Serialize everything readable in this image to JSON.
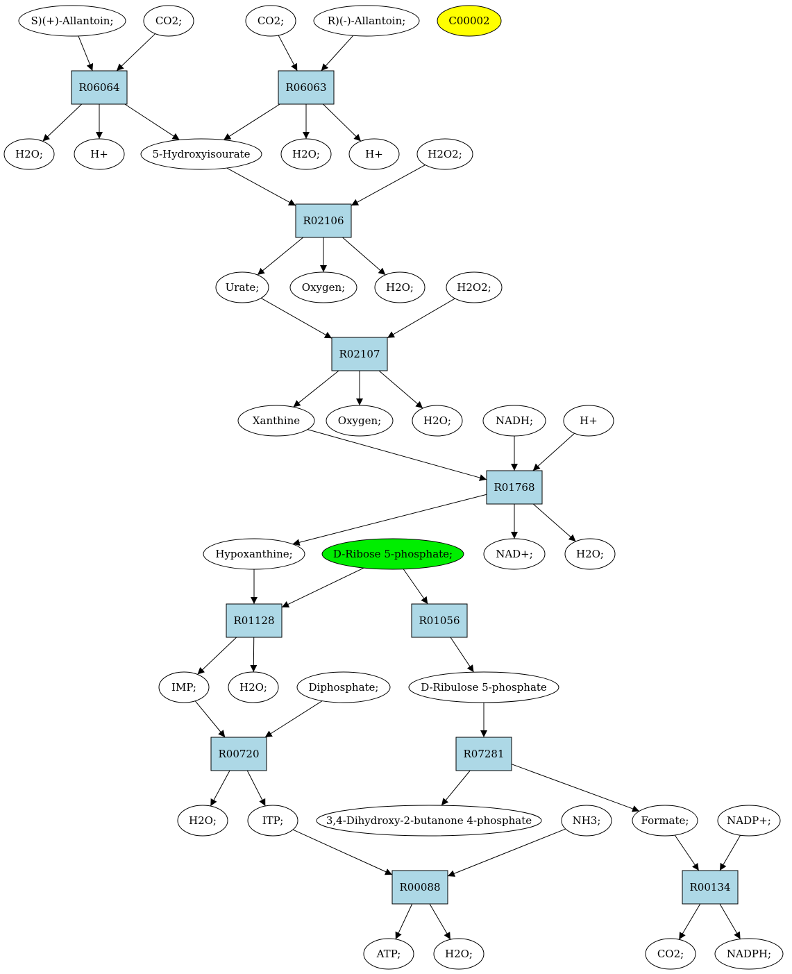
{
  "colors": {
    "reaction_fill": "#add8e6",
    "compound_fill": "#ffffff",
    "highlight_yellow": "#ffff00",
    "highlight_green": "#00ee00",
    "stroke": "#000000"
  },
  "nodes": {
    "s_allantoin": {
      "label": "S)(+)-Allantoin;"
    },
    "co2_a": {
      "label": "CO2;"
    },
    "co2_b": {
      "label": "CO2;"
    },
    "r_allantoin": {
      "label": "R)(-)-Allantoin;"
    },
    "c00002": {
      "label": "C00002"
    },
    "r06064": {
      "label": "R06064"
    },
    "r06063": {
      "label": "R06063"
    },
    "h2o_1": {
      "label": "H2O;"
    },
    "hplus_1": {
      "label": "H+"
    },
    "hydroxyisourate": {
      "label": "5-Hydroxyisourate"
    },
    "h2o_2": {
      "label": "H2O;"
    },
    "hplus_2": {
      "label": "H+"
    },
    "h2o2_1": {
      "label": "H2O2;"
    },
    "r02106": {
      "label": "R02106"
    },
    "urate": {
      "label": "Urate;"
    },
    "oxygen_1": {
      "label": "Oxygen;"
    },
    "h2o_3": {
      "label": "H2O;"
    },
    "h2o2_2": {
      "label": "H2O2;"
    },
    "r02107": {
      "label": "R02107"
    },
    "xanthine": {
      "label": "Xanthine"
    },
    "oxygen_2": {
      "label": "Oxygen;"
    },
    "h2o_4": {
      "label": "H2O;"
    },
    "nadh": {
      "label": "NADH;"
    },
    "hplus_3": {
      "label": "H+"
    },
    "r01768": {
      "label": "R01768"
    },
    "hypoxanthine": {
      "label": "Hypoxanthine;"
    },
    "ribose5p": {
      "label": "D-Ribose 5-phosphate;"
    },
    "nadplus": {
      "label": "NAD+;"
    },
    "h2o_5": {
      "label": "H2O;"
    },
    "r01128": {
      "label": "R01128"
    },
    "r01056": {
      "label": "R01056"
    },
    "imp": {
      "label": "IMP;"
    },
    "h2o_6": {
      "label": "H2O;"
    },
    "diphosphate": {
      "label": "Diphosphate;"
    },
    "ribulose5p": {
      "label": "D-Ribulose 5-phosphate"
    },
    "r00720": {
      "label": "R00720"
    },
    "r07281": {
      "label": "R07281"
    },
    "h2o_7": {
      "label": "H2O;"
    },
    "itp": {
      "label": "ITP;"
    },
    "dihydroxybutanone": {
      "label": "3,4-Dihydroxy-2-butanone 4-phosphate"
    },
    "nh3": {
      "label": "NH3;"
    },
    "formate": {
      "label": "Formate;"
    },
    "nadpplus": {
      "label": "NADP+;"
    },
    "r00088": {
      "label": "R00088"
    },
    "r00134": {
      "label": "R00134"
    },
    "atp": {
      "label": "ATP;"
    },
    "h2o_8": {
      "label": "H2O;"
    },
    "co2_c": {
      "label": "CO2;"
    },
    "nadph": {
      "label": "NADPH;"
    }
  },
  "edges": [
    [
      "s_allantoin",
      "r06064"
    ],
    [
      "co2_a",
      "r06064"
    ],
    [
      "co2_b",
      "r06063"
    ],
    [
      "r_allantoin",
      "r06063"
    ],
    [
      "r06064",
      "h2o_1"
    ],
    [
      "r06064",
      "hplus_1"
    ],
    [
      "r06064",
      "hydroxyisourate"
    ],
    [
      "r06063",
      "hydroxyisourate"
    ],
    [
      "r06063",
      "h2o_2"
    ],
    [
      "r06063",
      "hplus_2"
    ],
    [
      "hydroxyisourate",
      "r02106"
    ],
    [
      "h2o2_1",
      "r02106"
    ],
    [
      "r02106",
      "urate"
    ],
    [
      "r02106",
      "oxygen_1"
    ],
    [
      "r02106",
      "h2o_3"
    ],
    [
      "urate",
      "r02107"
    ],
    [
      "h2o2_2",
      "r02107"
    ],
    [
      "r02107",
      "xanthine"
    ],
    [
      "r02107",
      "oxygen_2"
    ],
    [
      "r02107",
      "h2o_4"
    ],
    [
      "xanthine",
      "r01768"
    ],
    [
      "nadh",
      "r01768"
    ],
    [
      "hplus_3",
      "r01768"
    ],
    [
      "r01768",
      "hypoxanthine"
    ],
    [
      "r01768",
      "nadplus"
    ],
    [
      "r01768",
      "h2o_5"
    ],
    [
      "hypoxanthine",
      "r01128"
    ],
    [
      "ribose5p",
      "r01128"
    ],
    [
      "ribose5p",
      "r01056"
    ],
    [
      "r01128",
      "imp"
    ],
    [
      "r01128",
      "h2o_6"
    ],
    [
      "r01056",
      "ribulose5p"
    ],
    [
      "imp",
      "r00720"
    ],
    [
      "diphosphate",
      "r00720"
    ],
    [
      "ribulose5p",
      "r07281"
    ],
    [
      "r00720",
      "h2o_7"
    ],
    [
      "r00720",
      "itp"
    ],
    [
      "r07281",
      "dihydroxybutanone"
    ],
    [
      "r07281",
      "formate"
    ],
    [
      "itp",
      "r00088"
    ],
    [
      "nh3",
      "r00088"
    ],
    [
      "formate",
      "r00134"
    ],
    [
      "nadpplus",
      "r00134"
    ],
    [
      "r00088",
      "atp"
    ],
    [
      "r00088",
      "h2o_8"
    ],
    [
      "r00134",
      "co2_c"
    ],
    [
      "r00134",
      "nadph"
    ]
  ]
}
